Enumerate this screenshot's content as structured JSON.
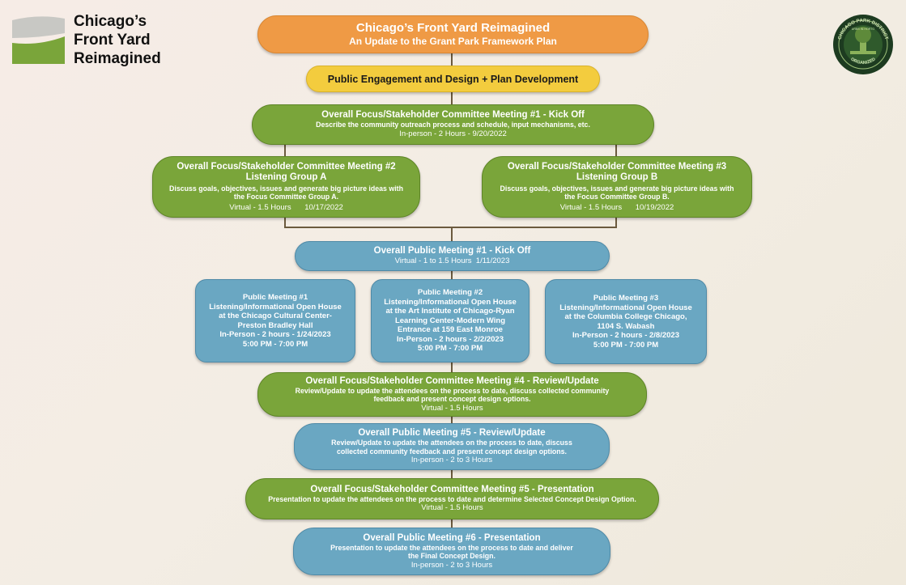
{
  "logo": {
    "lines": [
      "Chicago’s",
      "Front Yard",
      "Reimagined"
    ],
    "colors": {
      "top": "#c8c8c4",
      "bottom": "#7aa53a"
    }
  },
  "seal": {
    "text_top": "CHICAGO PARK DISTRICT",
    "text_inner": "URBS IN HORTO",
    "text_bottom": "ORGANIZED"
  },
  "header": {
    "title": "Chicago’s Front Yard Reimagined",
    "subtitle": "An Update to the Grant Park Framework Plan",
    "color": "#ef9a45"
  },
  "phase": {
    "label": "Public Engagement and Design + Plan Development",
    "color": "#f3cc3e"
  },
  "meetings": {
    "fc1": {
      "title": "Overall Focus/Stakeholder Committee Meeting #1 - Kick Off",
      "desc": "Describe the community outreach process and schedule, input mechanisms, etc.",
      "meta": "In-person - 2 Hours - 9/20/2022"
    },
    "fc2": {
      "title": "Overall Focus/Stakeholder Committee Meeting #2",
      "subtitle": "Listening Group A",
      "desc": "Discuss goals, objectives, issues and generate big picture ideas with the Focus Committee Group A.",
      "meta": "Virtual - 1.5 Hours",
      "date": "10/17/2022"
    },
    "fc3": {
      "title": "Overall Focus/Stakeholder Committee Meeting #3",
      "subtitle": "Listening Group B",
      "desc": "Discuss goals, objectives, issues and generate big picture ideas with the Focus Committee Group B.",
      "meta": "Virtual - 1.5 Hours",
      "date": "10/19/2022"
    },
    "op1": {
      "title": "Overall Public Meeting #1 - Kick Off",
      "meta": "Virtual - 1 to 1.5 Hours  1/11/2023"
    },
    "pm1": {
      "lines": [
        "Public Meeting #1",
        "Listening/Informational Open House",
        "at the Chicago Cultural Center-",
        "Preston Bradley Hall",
        "In-Person - 2 hours - 1/24/2023",
        "5:00 PM - 7:00 PM"
      ]
    },
    "pm2": {
      "lines": [
        "Public Meeting #2",
        "Listening/Informational Open House",
        "at the Art Institute of Chicago-Ryan",
        "Learning Center-Modern Wing",
        "Entrance at 159 East Monroe",
        "In-Person - 2 hours - 2/2/2023",
        "5:00 PM - 7:00 PM"
      ]
    },
    "pm3": {
      "lines": [
        "Public Meeting #3",
        "Listening/Informational Open House",
        "at the Columbia College Chicago,",
        "1104 S. Wabash",
        "In-Person - 2 hours - 2/8/2023",
        "5:00 PM - 7:00 PM"
      ]
    },
    "fc4": {
      "title": "Overall Focus/Stakeholder Committee Meeting #4 - Review/Update",
      "desc": "Review/Update to update the attendees on the process to date, discuss collected community feedback and present concept design options.",
      "meta": "Virtual - 1.5 Hours"
    },
    "op5": {
      "title": "Overall Public Meeting #5 - Review/Update",
      "desc": "Review/Update to update the attendees on the process to date, discuss collected community feedback and present concept design options.",
      "meta": "In-person - 2 to 3 Hours"
    },
    "fc5": {
      "title": "Overall Focus/Stakeholder Committee Meeting #5 - Presentation",
      "desc": "Presentation to update the attendees on the process to date and determine Selected Concept Design Option.",
      "meta": "Virtual - 1.5 Hours"
    },
    "op6": {
      "title": "Overall Public Meeting #6 - Presentation",
      "desc": "Presentation to update the attendees on the process to date and deliver the Final Concept Design.",
      "meta": "In-person - 2 to 3 Hours"
    }
  },
  "colors": {
    "committee": "#7aa53a",
    "public": "#6aa7c2",
    "connector": "#6b5a3e"
  }
}
